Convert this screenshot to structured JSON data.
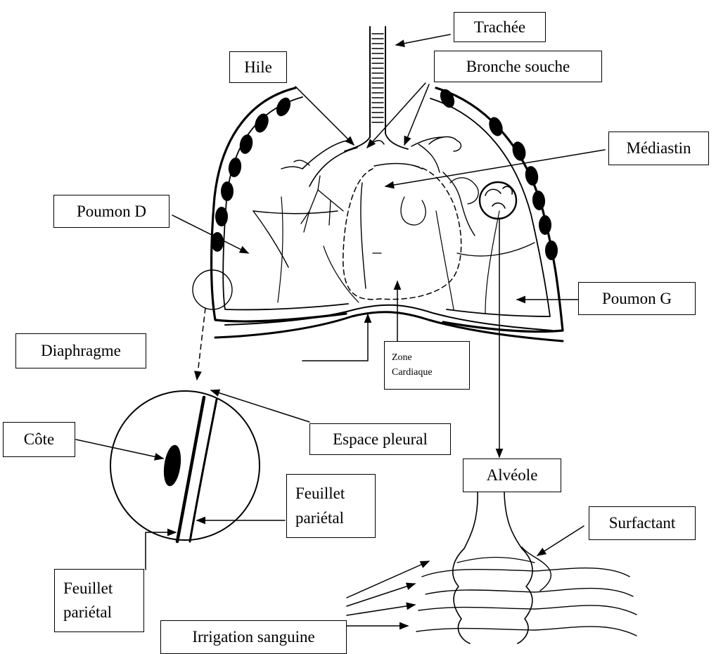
{
  "labels": {
    "trachee": "Trachée",
    "hile": "Hile",
    "bronche_souche": "Bronche souche",
    "mediastin": "Médiastin",
    "poumon_d": "Poumon D",
    "poumon_g": "Poumon G",
    "diaphragme": "Diaphragme",
    "zone_cardiaque": [
      "Zone",
      "Cardiaque"
    ],
    "espace_pleural": "Espace pleural",
    "cote": "Côte",
    "alveole": "Alvéole",
    "feuillet_parietal_1": [
      "Feuillet",
      "pariétal"
    ],
    "feuillet_parietal_2": [
      "Feuillet",
      "pariétal"
    ],
    "surfactant": "Surfactant",
    "irrigation_sanguine": "Irrigation sanguine"
  }
}
